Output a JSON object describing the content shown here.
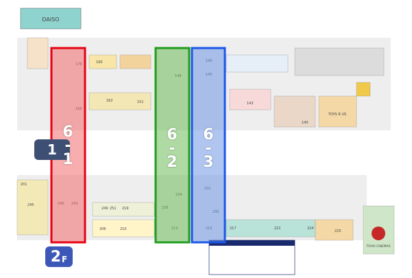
{
  "floors": [
    {
      "key": "1f",
      "label": "1",
      "suffix": ""
    },
    {
      "key": "2f",
      "label": "2",
      "suffix": "F"
    }
  ],
  "zones": [
    {
      "id": "6-1",
      "chars": [
        "6",
        "-",
        "1"
      ],
      "color": "#e60012",
      "fill": "#f26c6c"
    },
    {
      "id": "6-2",
      "chars": [
        "6",
        "-",
        "2"
      ],
      "color": "#1e9c1e",
      "fill": "#6dbb5a"
    },
    {
      "id": "6-3",
      "chars": [
        "6",
        "-",
        "3"
      ],
      "color": "#1a56e8",
      "fill": "#6f98e6"
    }
  ],
  "stores": {
    "top_left_anchor": "DAISO",
    "nr_1": "140",
    "nr_2": "143",
    "nr_3": "145",
    "nr_4": "148",
    "nr_5": "151",
    "nr_6": "162",
    "nr_7": "201",
    "nr_8": "206",
    "nr_9": "210",
    "nr_10": "213",
    "nr_11": "215",
    "nr_12": "217",
    "nr_13": "221",
    "nr_14": "224",
    "nr_15": "225",
    "nr_16": "230",
    "nr_17": "231",
    "nr_18": "234",
    "nr_19": "236",
    "nr_20": "240",
    "nr_21": "243",
    "nr_22": "245",
    "nr_23": "249",
    "nr_24": "251",
    "nr_25": "219",
    "nr_26": "166",
    "nr_27": "176",
    "nr_28": "190",
    "nr_29": "196"
  },
  "brand_right_1": "TOYS R US",
  "brand_right_2": "TOHO CINEMAS",
  "colors": {
    "red": "#e60012",
    "green": "#1e9c1e",
    "blue": "#1a56e8",
    "badge": "#3d57b8"
  }
}
